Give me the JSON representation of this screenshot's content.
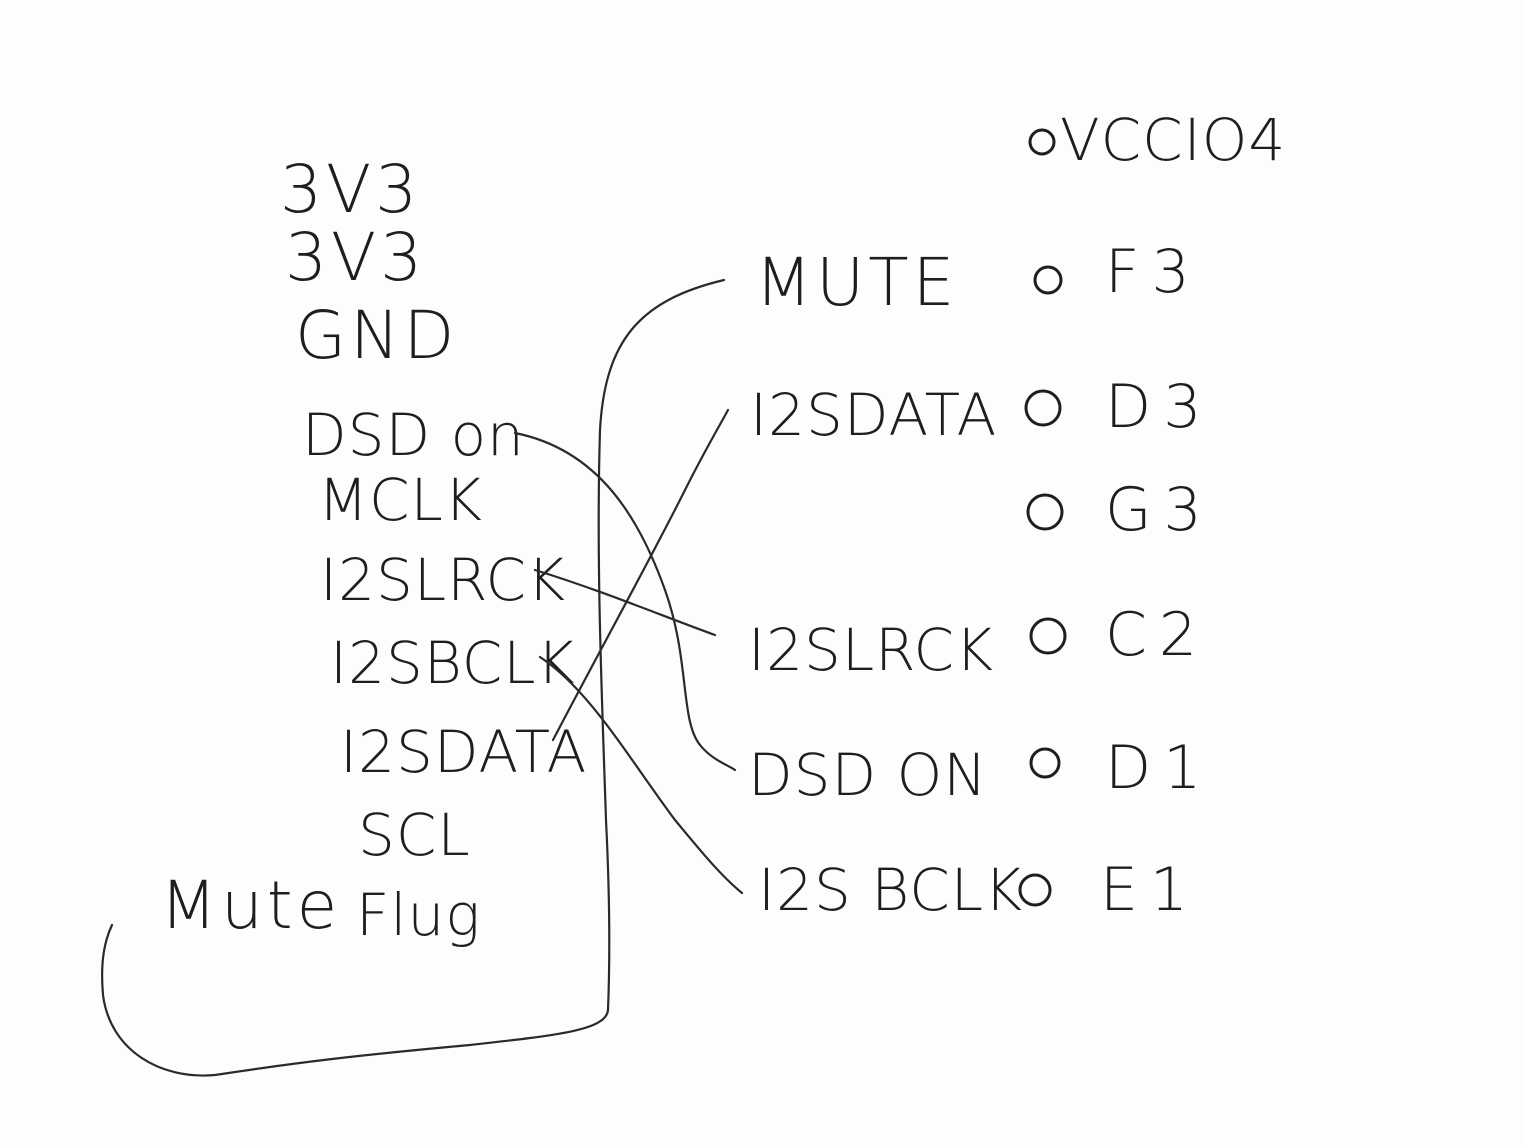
{
  "left_header": {
    "labels": [
      "3V3",
      "3V3",
      "GND",
      "DSD on",
      "MCLK",
      "I2SLRCK",
      "I2SBCLK",
      "I2SDATA",
      "SCL",
      "Flug"
    ]
  },
  "mute_note": "Mute",
  "right_header": {
    "pins": [
      {
        "signal": "",
        "pin": "VCCIO4"
      },
      {
        "signal": "MUTE",
        "pin": "F3"
      },
      {
        "signal": "I2SDATA",
        "pin": "D3"
      },
      {
        "signal": "",
        "pin": "G3"
      },
      {
        "signal": "I2SLRCK",
        "pin": "C2"
      },
      {
        "signal": "DSD ON",
        "pin": "D1"
      },
      {
        "signal": "I2S BCLK",
        "pin": "E1"
      }
    ]
  },
  "connections": [
    {
      "from": "DSD on",
      "to": "DSD ON"
    },
    {
      "from": "I2SLRCK",
      "to": "I2SLRCK"
    },
    {
      "from": "I2SBCLK",
      "to": "I2S BCLK"
    },
    {
      "from": "I2SDATA",
      "to": "I2SDATA"
    },
    {
      "from": "Mute",
      "to": "MUTE"
    }
  ]
}
